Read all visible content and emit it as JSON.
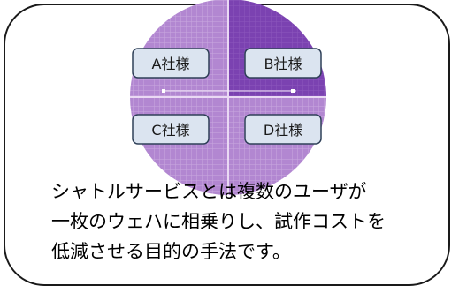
{
  "diagram": {
    "companies": [
      {
        "id": "a",
        "label": "A社様"
      },
      {
        "id": "b",
        "label": "B社様"
      },
      {
        "id": "c",
        "label": "C社様"
      },
      {
        "id": "d",
        "label": "D社様"
      }
    ],
    "colors": {
      "wafer_light": "#b488d2",
      "wafer_dark": "#7a3fb0",
      "wafer_line": "#e4d3f0",
      "label_fill": "#dbe4f0",
      "label_stroke": "#2f4058",
      "border": "#1a1a1a"
    }
  },
  "caption": {
    "lines": [
      "シャトルサービスとは複数のユーザが",
      "一枚のウェハに相乗りし、試作コストを",
      "低減させる目的の手法です。"
    ]
  }
}
